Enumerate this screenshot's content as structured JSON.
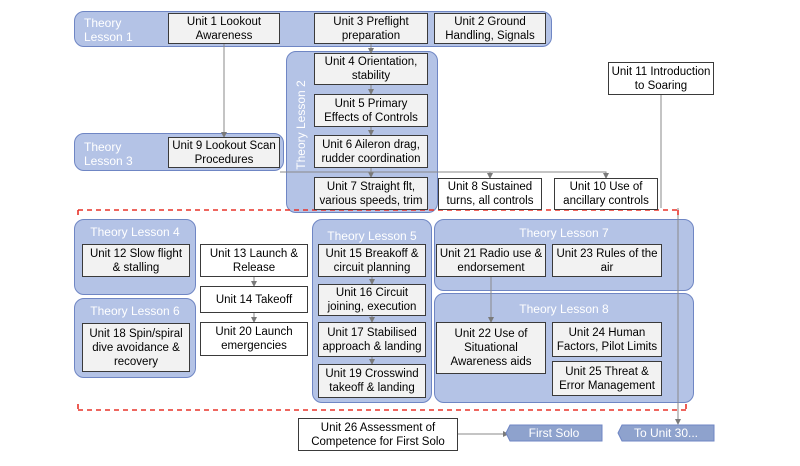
{
  "lessons": {
    "tl1": "Theory\nLesson 1",
    "tl2": "Theory Lesson 2",
    "tl3": "Theory\nLesson 3",
    "tl4": "Theory Lesson 4",
    "tl5": "Theory Lesson 5",
    "tl6": "Theory Lesson 6",
    "tl7": "Theory Lesson 7",
    "tl8": "Theory Lesson 8"
  },
  "units": {
    "u1": "Unit 1 Lookout\nAwareness",
    "u2": "Unit 2 Ground\nHandling, Signals",
    "u3": "Unit 3  Preflight\npreparation",
    "u4": "Unit 4 Orientation,\nstability",
    "u5": "Unit 5 Primary\nEffects of Controls",
    "u6": "Unit 6 Aileron drag,\nrudder coordination",
    "u7": "Unit 7 Straight flt,\nvarious speeds, trim",
    "u8": "Unit 8 Sustained\nturns, all controls",
    "u9": "Unit 9 Lookout Scan\nProcedures",
    "u10": "Unit 10 Use of\nancillary controls",
    "u11": "Unit 11 Introduction\nto Soaring",
    "u12": "Unit 12 Slow flight\n& stalling",
    "u13": "Unit 13 Launch &\nRelease",
    "u14": "Unit 14 Takeoff",
    "u15": "Unit 15 Breakoff &\ncircuit planning",
    "u16": "Unit 16 Circuit\njoining, execution",
    "u17": "Unit 17 Stabilised\napproach & landing",
    "u18": "Unit 18 Spin/spiral\ndive avoidance &\nrecovery",
    "u19": "Unit 19 Crosswind\ntakeoff & landing",
    "u20": "Unit 20 Launch\nemergencies",
    "u21": "Unit 21 Radio use &\nendorsement",
    "u22": "Unit 22 Use of\nSituational\nAwareness aids",
    "u23": "Unit 23 Rules of the\nair",
    "u24": "Unit 24 Human\nFactors, Pilot Limits",
    "u25": "Unit 25 Threat &\nError Management",
    "u26": "Unit 26 Assessment of\nCompetence for First Solo"
  },
  "banners": {
    "first_solo": "First Solo",
    "to_unit_30": "To Unit 30..."
  },
  "colors": {
    "lesson_fill": "#b4c3e6",
    "lesson_border": "#6f86c4",
    "divider": "#e8332a"
  }
}
